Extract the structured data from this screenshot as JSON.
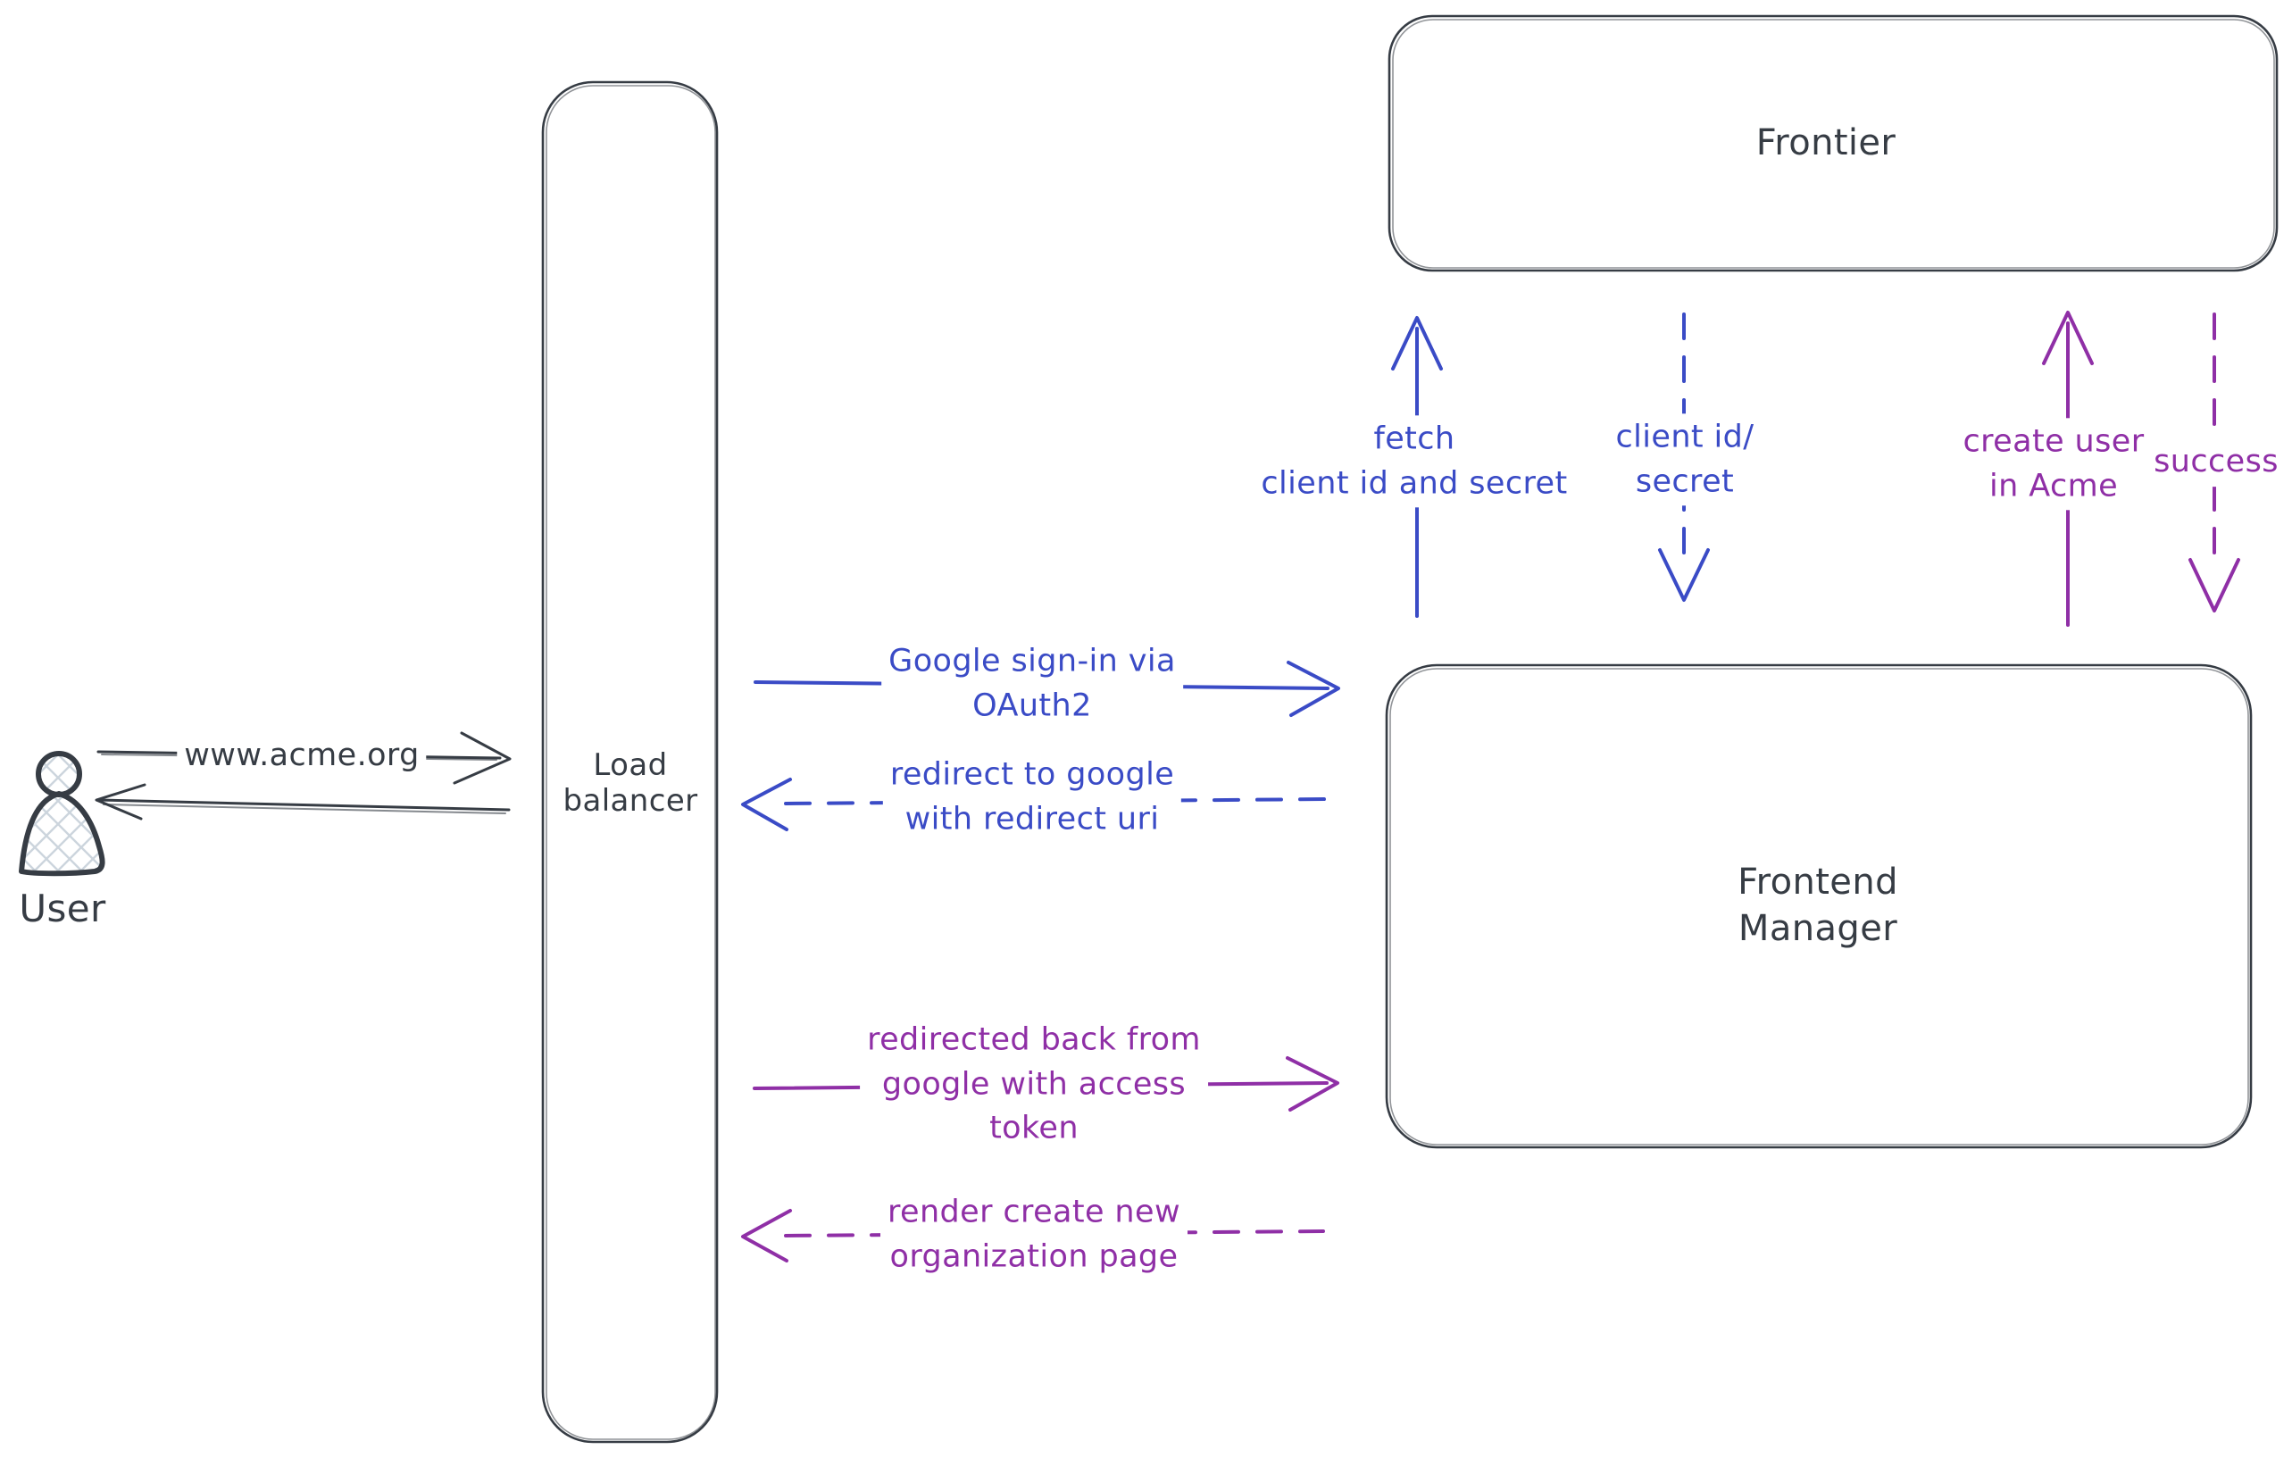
{
  "colors": {
    "ink": "#363c44",
    "blue": "#3a4bc6",
    "purple": "#8f2fa6",
    "hatch": "#ccd5dd",
    "bg": "#ffffff"
  },
  "actors": {
    "user": {
      "label": "User"
    },
    "load_balancer": {
      "line1": "Load",
      "line2": "balancer"
    },
    "frontier": {
      "label": "Frontier"
    },
    "frontend_manager": {
      "line1": "Frontend",
      "line2": "Manager"
    }
  },
  "edges": {
    "www_acme": {
      "label": "www.acme.org"
    },
    "google_signin": {
      "line1": "Google sign-in via",
      "line2": "OAuth2"
    },
    "redirect_google": {
      "line1": "redirect to google",
      "line2": "with redirect uri"
    },
    "fetch_client": {
      "line1": "fetch",
      "line2": "client id and secret"
    },
    "client_id_secret": {
      "line1": "client id/",
      "line2": "secret"
    },
    "create_user": {
      "line1": "create user",
      "line2": "in Acme"
    },
    "success": {
      "label": "success"
    },
    "redirected_back": {
      "line1": "redirected back from",
      "line2": "google with access",
      "line3": "token"
    },
    "render_page": {
      "line1": "render create new",
      "line2": "organization page"
    }
  }
}
